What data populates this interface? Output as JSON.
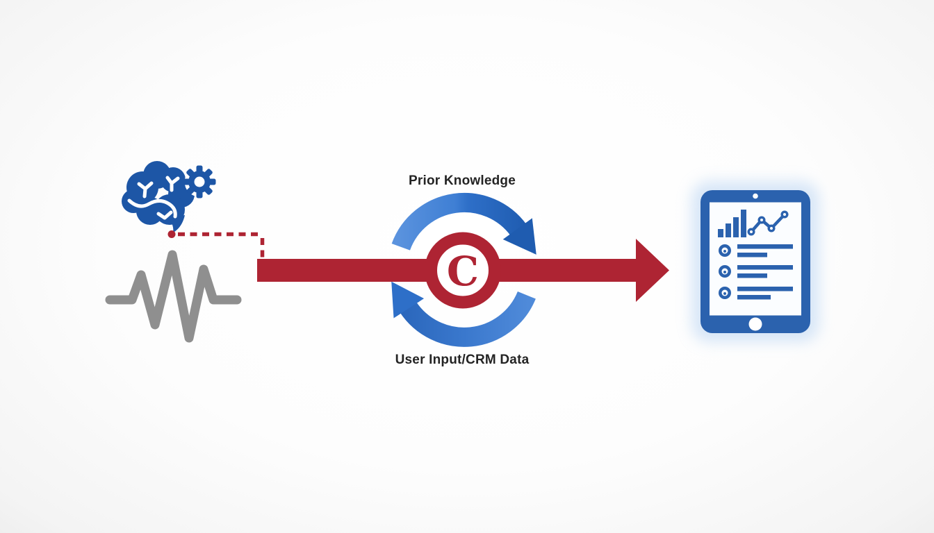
{
  "diagram": {
    "labels": {
      "top": "Prior Knowledge",
      "bottom": "User Input/CRM Data"
    },
    "emblem": {
      "letter": "C"
    },
    "colors": {
      "red": "#ae2433",
      "brain_blue": "#1d56a6",
      "tablet_blue": "#2b62ae",
      "arc_blue_light": "#5b93de",
      "arc_blue_dark": "#1f5cb0",
      "arc_blue_mid": "#2e6fc8",
      "waveform_gray": "#8f8f8f",
      "label_text": "#242424",
      "tablet_glow": "#b7d3f3",
      "screen_white": "#fbfdff"
    },
    "icons": {
      "source_top": "brain-gear-icon",
      "source_bottom": "waveform-icon",
      "center": "cycle-arrows-icon",
      "connector": "flow-arrow-right",
      "output": "tablet-analytics-icon"
    }
  }
}
